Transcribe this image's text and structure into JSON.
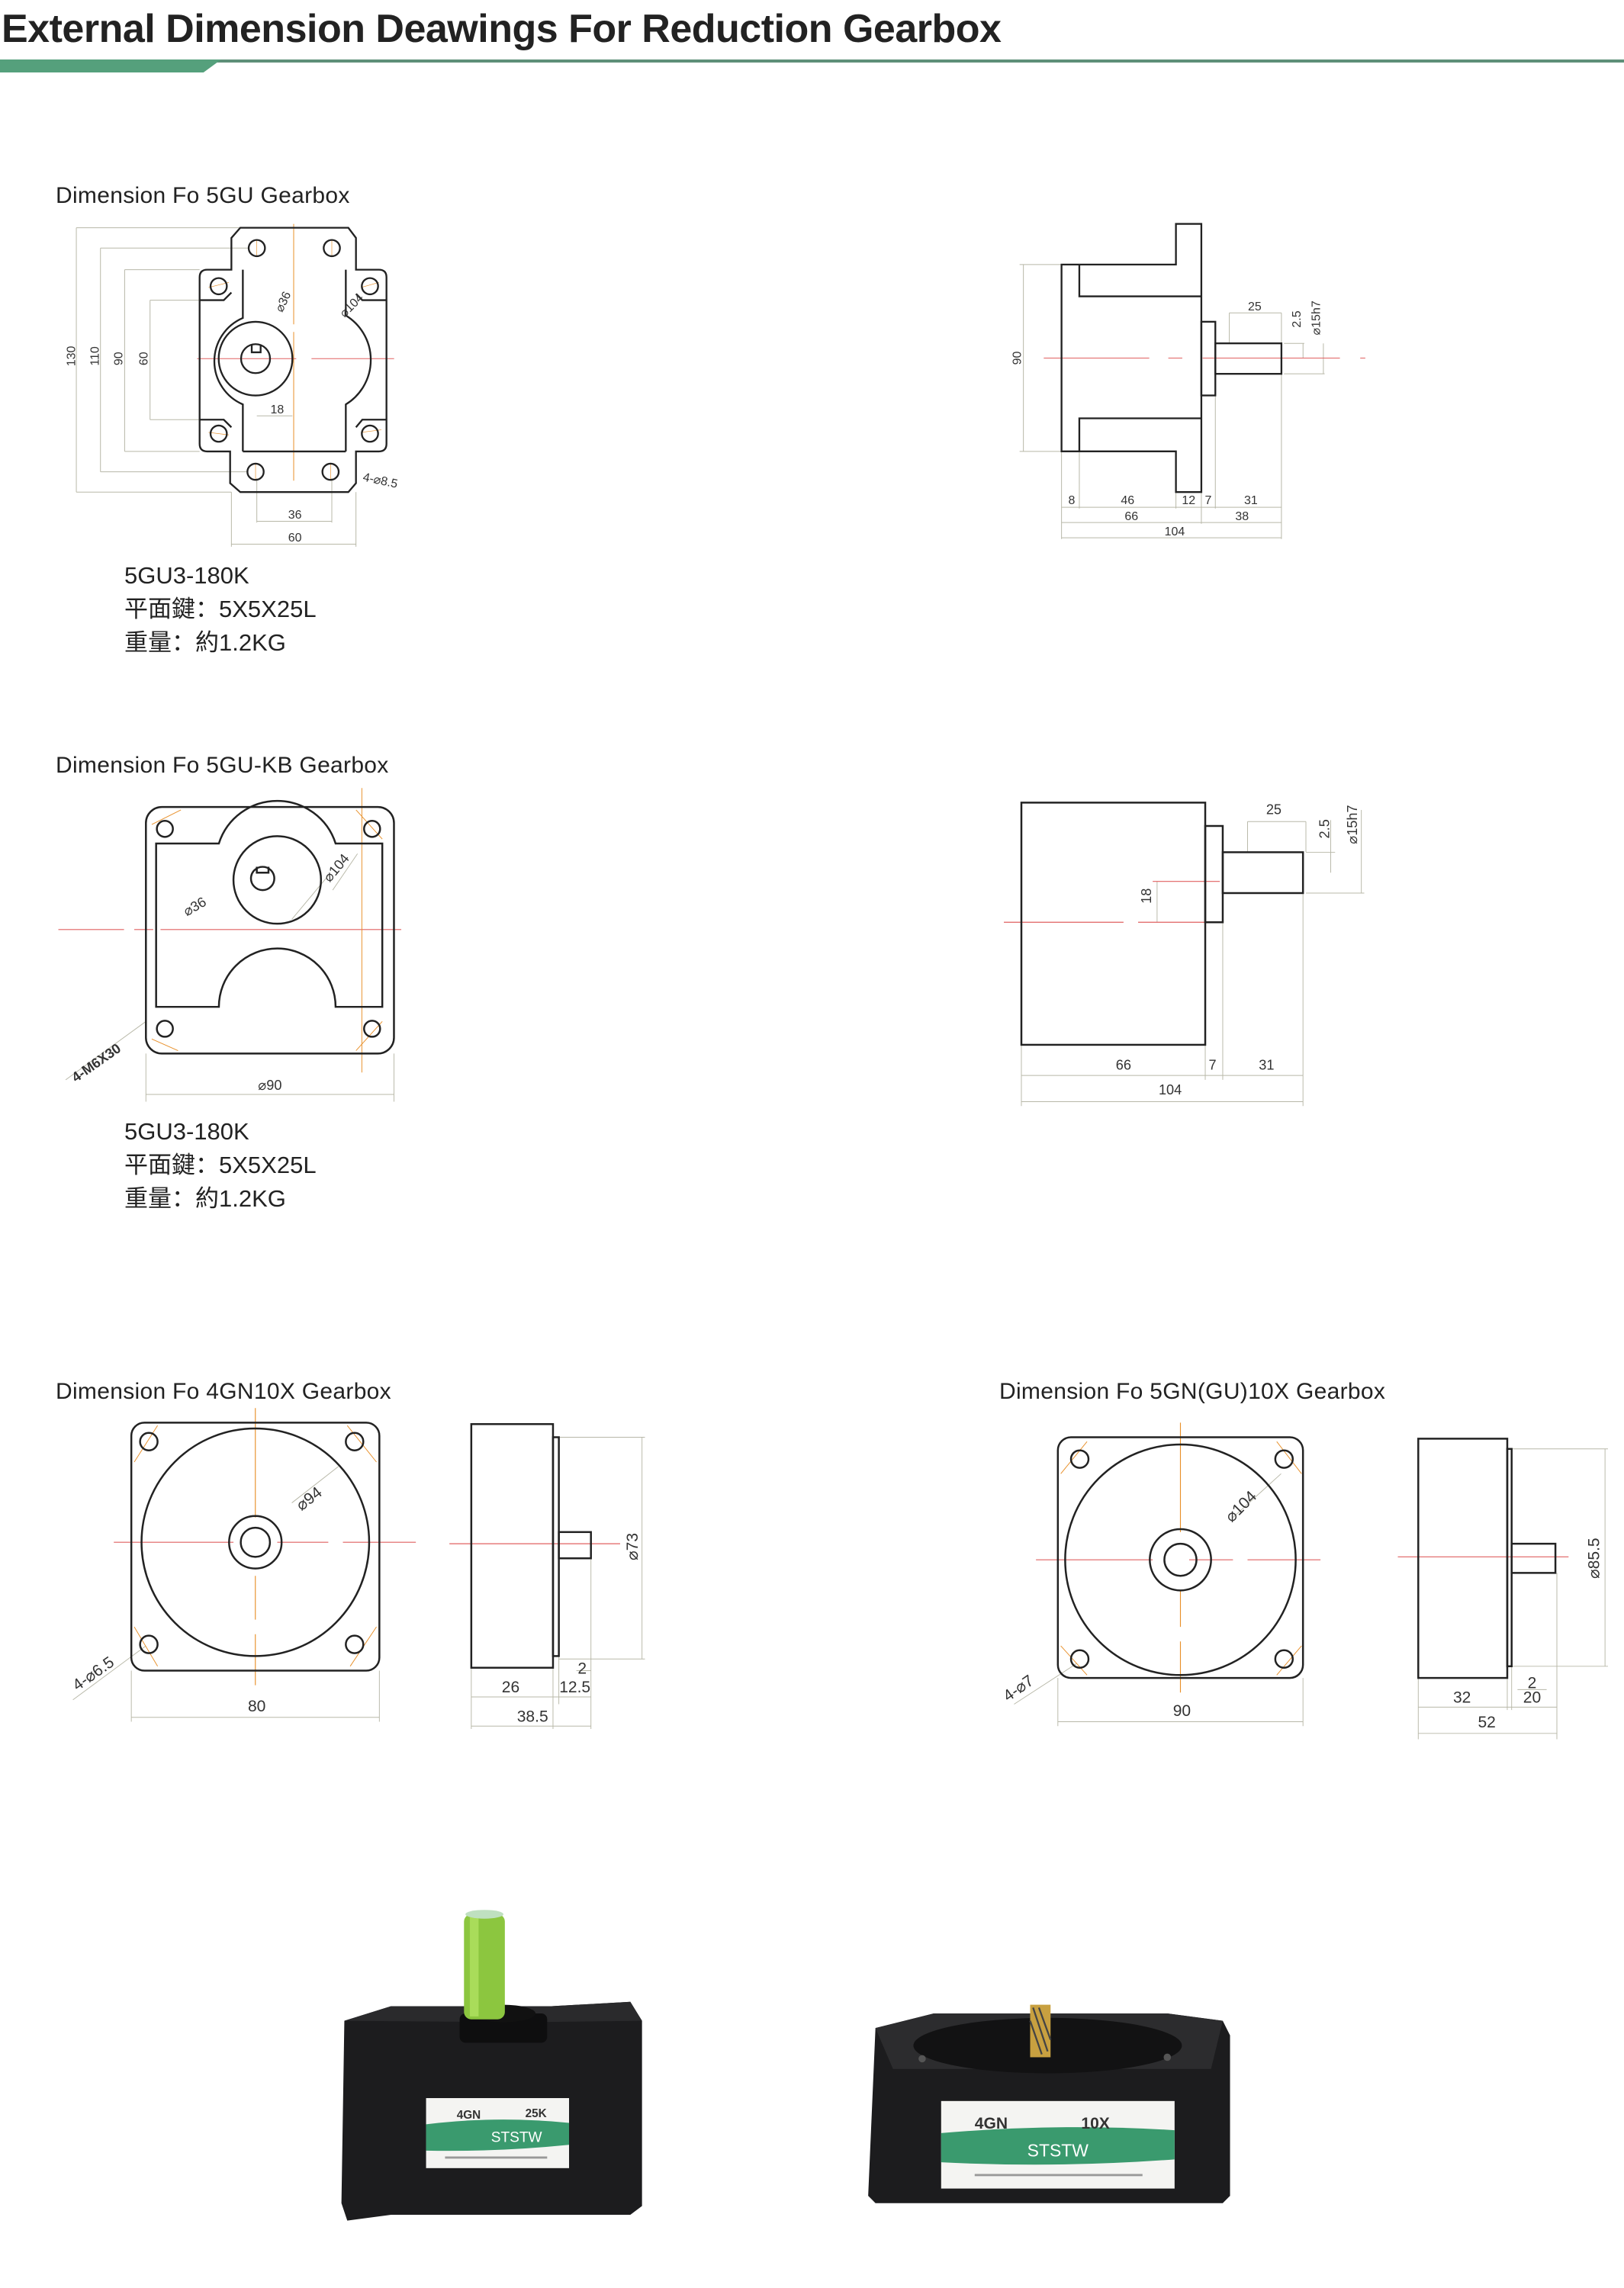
{
  "title": "External Dimension Deawings For Reduction  Gearbox",
  "colors": {
    "accent_green": "#55a07c",
    "rule_green": "#5e8f78",
    "centerline_red": "#e06060",
    "centerline_orange": "#e8902a",
    "gearbox_body": "#1c1c1e",
    "shaft_green": "#8cc63f"
  },
  "sections": [
    {
      "label": "Dimension Fo 5GU  Gearbox",
      "specs": [
        "5GU3-180K",
        "平面鍵：5X5X25L",
        "重量：約1.2KG"
      ],
      "front_dims": {
        "h130": "130",
        "h110": "110",
        "h90": "90",
        "h60": "60",
        "key18": "18",
        "w36": "36",
        "w60": "60",
        "d36": "⌀36",
        "d104": "⌀104",
        "holes": "4-⌀8.5"
      },
      "side_dims": {
        "h90": "90",
        "a8": "8",
        "a46": "46",
        "a12": "12",
        "a7": "7",
        "a31": "31",
        "b66": "66",
        "b38": "38",
        "c104": "104",
        "s25": "25",
        "s25b": "2.5",
        "d15": "⌀15h7"
      }
    },
    {
      "label": "Dimension Fo 5GU-KB  Gearbox",
      "specs": [
        "5GU3-180K",
        "平面鍵：5X5X25L",
        "重量：約1.2KG"
      ],
      "front_dims": {
        "d36": "⌀36",
        "d104": "⌀104",
        "d90": "⌀90",
        "holes": "4-M6X30"
      },
      "side_dims": {
        "h18": "18",
        "a66": "66",
        "a7": "7",
        "a31": "31",
        "b104": "104",
        "s25": "25",
        "s25b": "2.5",
        "d15": "⌀15h7"
      }
    },
    {
      "label": "Dimension Fo 4GN10X  Gearbox",
      "front_dims": {
        "d94": "⌀94",
        "w80": "80",
        "holes": "4-⌀6.5"
      },
      "side_dims": {
        "d73": "⌀73",
        "a2": "2",
        "a26": "26",
        "a125": "12.5",
        "b385": "38.5"
      }
    },
    {
      "label": "Dimension Fo 5GN(GU)10X  Gearbox",
      "front_dims": {
        "d104": "⌀104",
        "w90": "90",
        "holes": "4-⌀7"
      },
      "side_dims": {
        "d855": "⌀85.5",
        "a2": "2",
        "a32": "32",
        "a20": "20",
        "b52": "52"
      }
    }
  ],
  "photos": [
    {
      "model": "4GN",
      "ratio": "25K",
      "brand": "STSTW"
    },
    {
      "model": "4GN",
      "ratio": "10X",
      "brand": "STSTW"
    }
  ]
}
